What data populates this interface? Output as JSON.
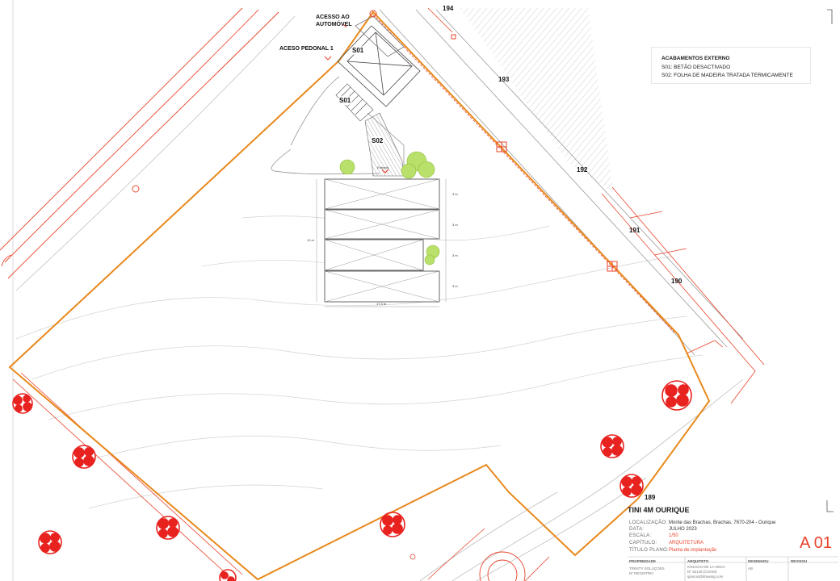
{
  "labels": {
    "car_access": [
      "ACESSO AO",
      "AUTOMÓVEL"
    ],
    "pedestrian_access": "ACESO PEDONAL 1",
    "entrance": "Entrada"
  },
  "lots": [
    "194",
    "193",
    "192",
    "191",
    "190",
    "189"
  ],
  "materials": [
    "S01",
    "S01",
    "S02"
  ],
  "legend": {
    "title": "ACABAMENTOS EXTERNO",
    "items": [
      "S01:  BETÃO DESACTIVADO",
      "S02: FOLHA DE MADEIRA TRATADA TERMICAMENTE"
    ]
  },
  "title_block": {
    "project": "TINI 4M OURIQUE",
    "rows": [
      {
        "key": "LOCALIZAÇÃO:",
        "value": "Monte das Brachas, Brachas, 7670-204 - Ourique",
        "highlight": false
      },
      {
        "key": "DATA:",
        "value": "JULHO 2023",
        "highlight": false
      },
      {
        "key": "ESCALA:",
        "value": "1/50",
        "highlight": true
      },
      {
        "key": "CAPÍTULO:",
        "value": "ARQUITETURA",
        "highlight": true
      },
      {
        "key": "TÍTULO PLANO:",
        "value": "Planta de implantação",
        "highlight": true
      }
    ],
    "sheet": "A 01",
    "headers": [
      "PROPRIEDADE",
      "ARQUITETO",
      "DESENHOU",
      "REVISOU"
    ],
    "owner_lines": [
      "TRINITY SOLUÇÕES",
      "Nº REGISTRO"
    ],
    "architect_lines": [
      "IGNACIO DE LA VEGA",
      "Nº 32149 (COAM)",
      "ignacio@drawing.com"
    ],
    "drawn_by": "AB"
  },
  "dimensions": {
    "module_height": "3 m",
    "total_height": "12 m",
    "width": "17,3 m"
  },
  "colors": {
    "boundary": "#e8891c",
    "road": "#e8442b",
    "tree_red": "#e8221f",
    "tree_green": "#9fd24a",
    "terrain": "#c9c9c9",
    "accent_text": "#e8442b"
  }
}
